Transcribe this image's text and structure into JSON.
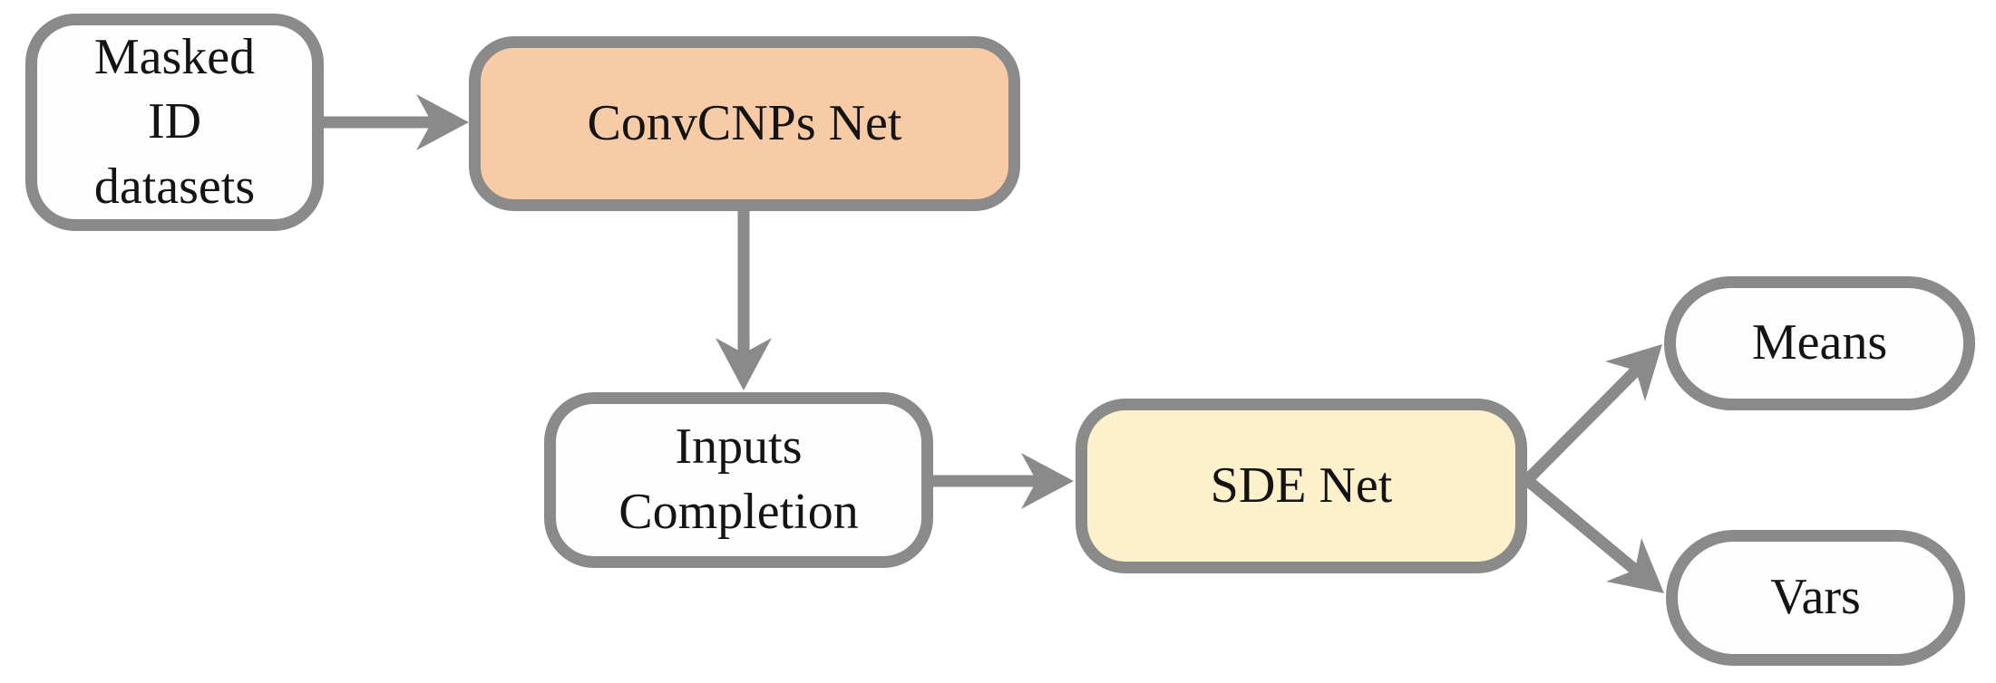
{
  "figure": {
    "background": "#ffffff",
    "connector_color": "#8a8a8a",
    "border_color": "#8a8a8a",
    "text_color": "#141414"
  },
  "nodes": {
    "masked_id_datasets": {
      "label": "Masked\nID\ndatasets",
      "fill": "#fdfdfd"
    },
    "convcnps_net": {
      "label": "ConvCNPs Net",
      "fill": "#f8cba7"
    },
    "inputs_completion": {
      "label": "Inputs\nCompletion",
      "fill": "#fdfdfd"
    },
    "sde_net": {
      "label": "SDE Net",
      "fill": "#fdf1cc"
    },
    "means": {
      "label": "Means",
      "fill": "#fdfdfd"
    },
    "vars": {
      "label": "Vars",
      "fill": "#fdfdfd"
    }
  },
  "edges": [
    {
      "from": "Masked ID datasets",
      "to": "ConvCNPs Net"
    },
    {
      "from": "ConvCNPs Net",
      "to": "Inputs Completion"
    },
    {
      "from": "Inputs Completion",
      "to": "SDE Net"
    },
    {
      "from": "SDE Net",
      "to": "Means"
    },
    {
      "from": "SDE Net",
      "to": "Vars"
    }
  ]
}
